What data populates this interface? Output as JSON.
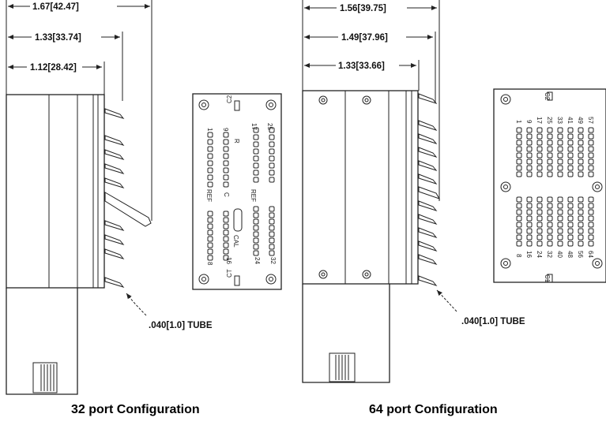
{
  "left": {
    "dimensions": [
      "1.67[42.47]",
      "1.33[33.74]",
      "1.12[28.42]"
    ],
    "tube_label": ".040[1.0] TUBE",
    "caption": "32 port Configuration",
    "board": {
      "top_label": "C2",
      "bottom_label": "CT",
      "col_top_labels": [
        "1",
        "9",
        "17",
        "25"
      ],
      "col_bottom_labels": [
        "8",
        "16",
        "24",
        "32"
      ],
      "ref_label": "REF",
      "r_label": "R",
      "c_label": "C",
      "cal_label": "CAL"
    }
  },
  "right": {
    "dimensions": [
      "1.56[39.75]",
      "1.49[37.96]",
      "1.33[33.66]"
    ],
    "tube_label": ".040[1.0] TUBE",
    "caption": "64 port Configuration",
    "board": {
      "top_label": "C2",
      "bottom_label": "C1",
      "col_top_labels": [
        "1",
        "9",
        "17",
        "25",
        "33",
        "41",
        "49",
        "57"
      ],
      "col_bottom_labels": [
        "8",
        "16",
        "24",
        "32",
        "40",
        "48",
        "56",
        "64"
      ]
    }
  }
}
